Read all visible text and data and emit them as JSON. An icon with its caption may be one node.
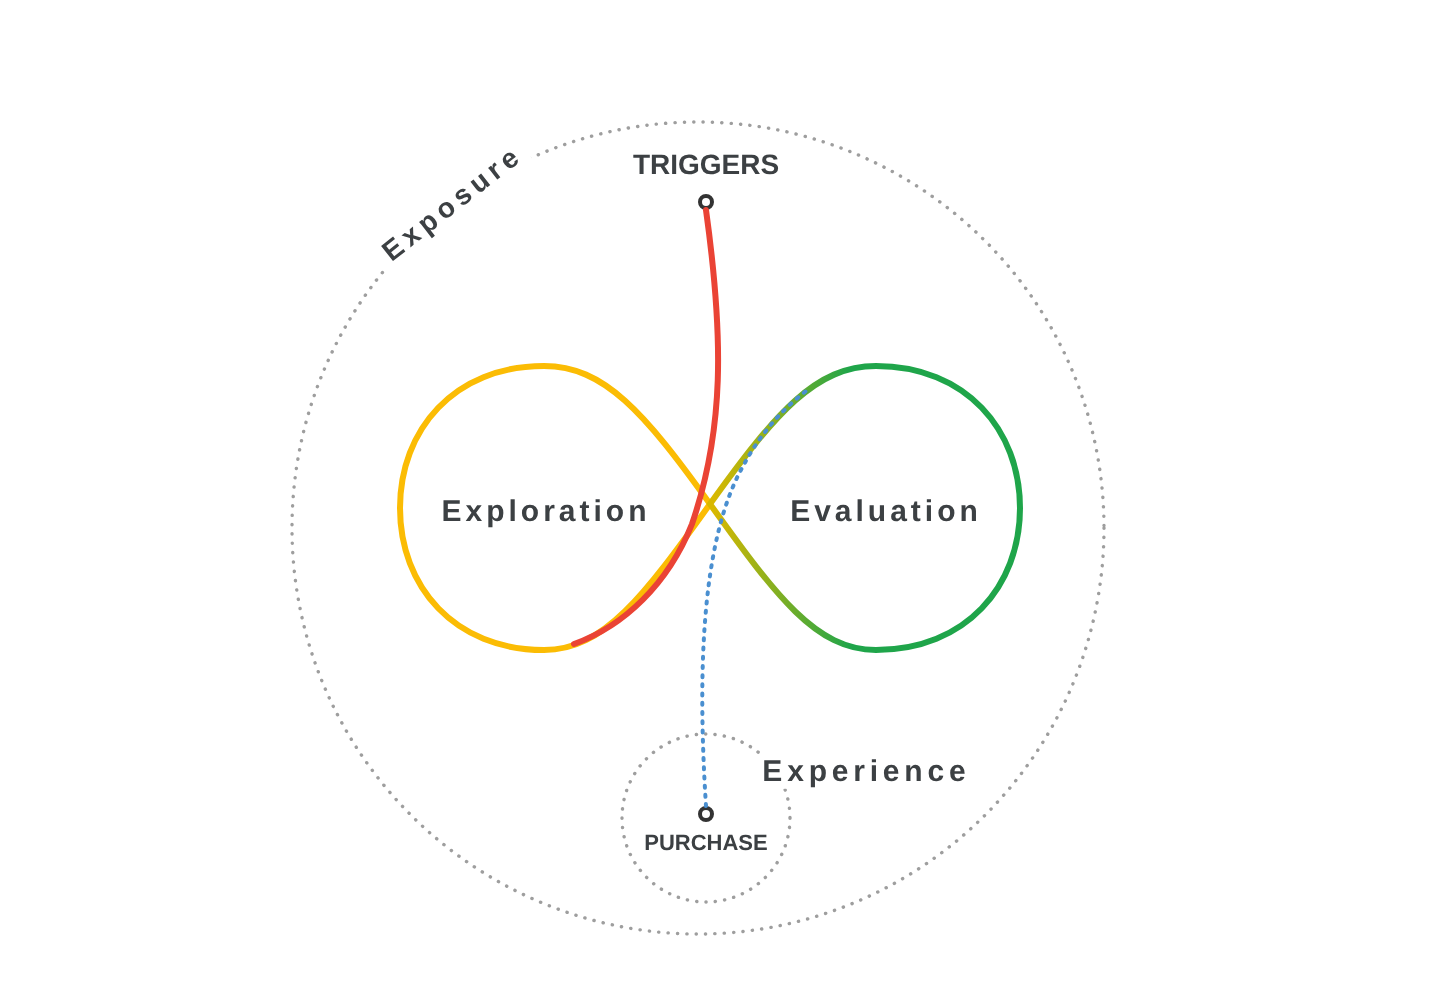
{
  "diagram": {
    "nodes": [
      {
        "text": [
          "Exposure"
        ]
      },
      {
        "text": [
          "TRIGGERS"
        ],
        "in": 0
      },
      {
        "text": [
          "Exploration"
        ],
        "in": 0
      },
      {
        "text": [
          "Evaluation"
        ],
        "in": 0
      },
      {
        "text": [
          "Experience"
        ],
        "in": 0
      },
      {
        "text": [
          "PURCHASE"
        ],
        "in": 4
      }
    ],
    "edges": [
      {
        "from": 1,
        "to": 2,
        "arrow": "none",
        "color": "#ea4335"
      },
      {
        "from": 5,
        "to": 3,
        "arrow": "none",
        "style": "dashed",
        "color": "#4a8fd0"
      }
    ]
  }
}
